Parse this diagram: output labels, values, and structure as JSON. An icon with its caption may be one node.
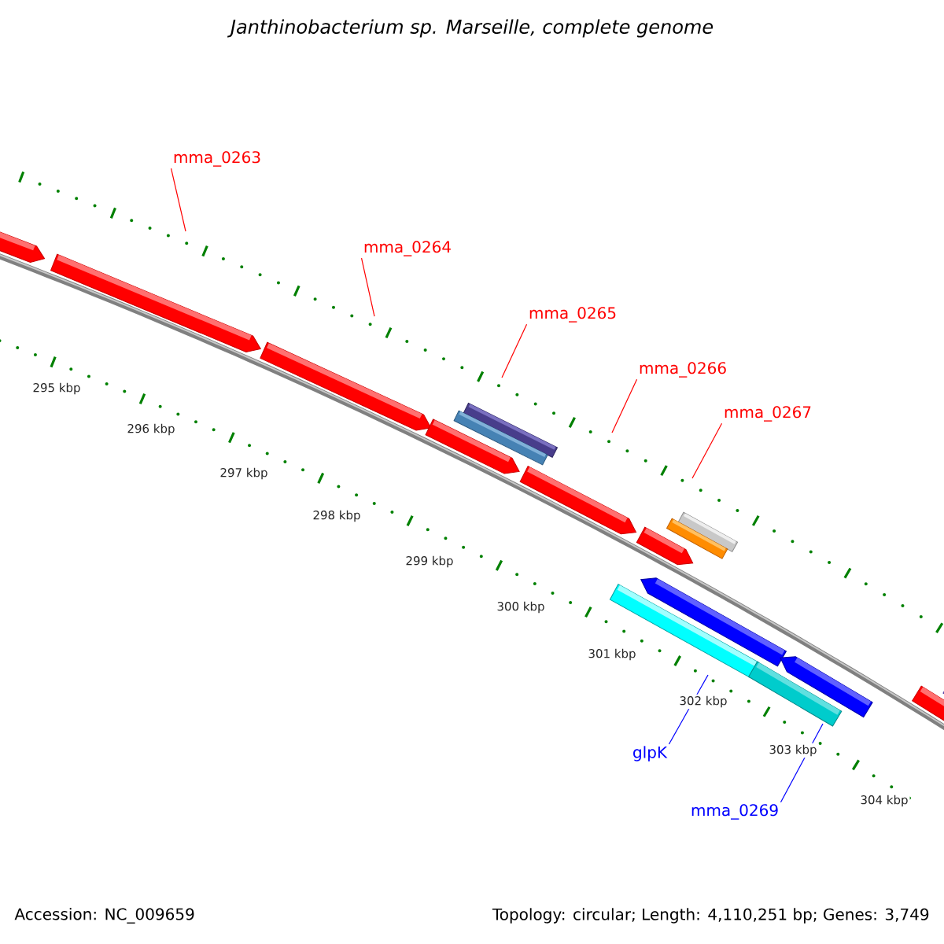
{
  "diagram": {
    "title": "Janthinobacterium sp. Marseille, complete genome",
    "nodes": [
      {
        "text": [
          "mma_0263"
        ]
      },
      {
        "text": [
          "mma_0264"
        ]
      },
      {
        "text": [
          "mma_0265"
        ]
      },
      {
        "text": [
          "mma_0266"
        ]
      },
      {
        "text": [
          "mma_0267"
        ]
      },
      {
        "text": [
          "glpK"
        ]
      },
      {
        "text": [
          "mma_0269"
        ]
      }
    ],
    "edges": [
      {
        "from": 0,
        "to": null,
        "arrow": "none"
      },
      {
        "from": 1,
        "to": null,
        "arrow": "none"
      },
      {
        "from": 2,
        "to": null,
        "arrow": "none"
      },
      {
        "from": 3,
        "to": null,
        "arrow": "none"
      },
      {
        "from": 4,
        "to": null,
        "arrow": "none"
      },
      {
        "from": 5,
        "to": null,
        "arrow": "none",
        "color": "#0000ff"
      },
      {
        "from": 6,
        "to": null,
        "arrow": "none",
        "color": "#0000ff"
      }
    ],
    "labels": [
      "295 kbp",
      "296 kbp",
      "297 kbp",
      "298 kbp",
      "299 kbp",
      "300 kbp",
      "301 kbp",
      "302 kbp",
      "303 kbp",
      "304 kbp",
      "Accession: NC_009659",
      "Topology: circular; Length: 4,110,251 bp; Genes: 3,749"
    ]
  }
}
